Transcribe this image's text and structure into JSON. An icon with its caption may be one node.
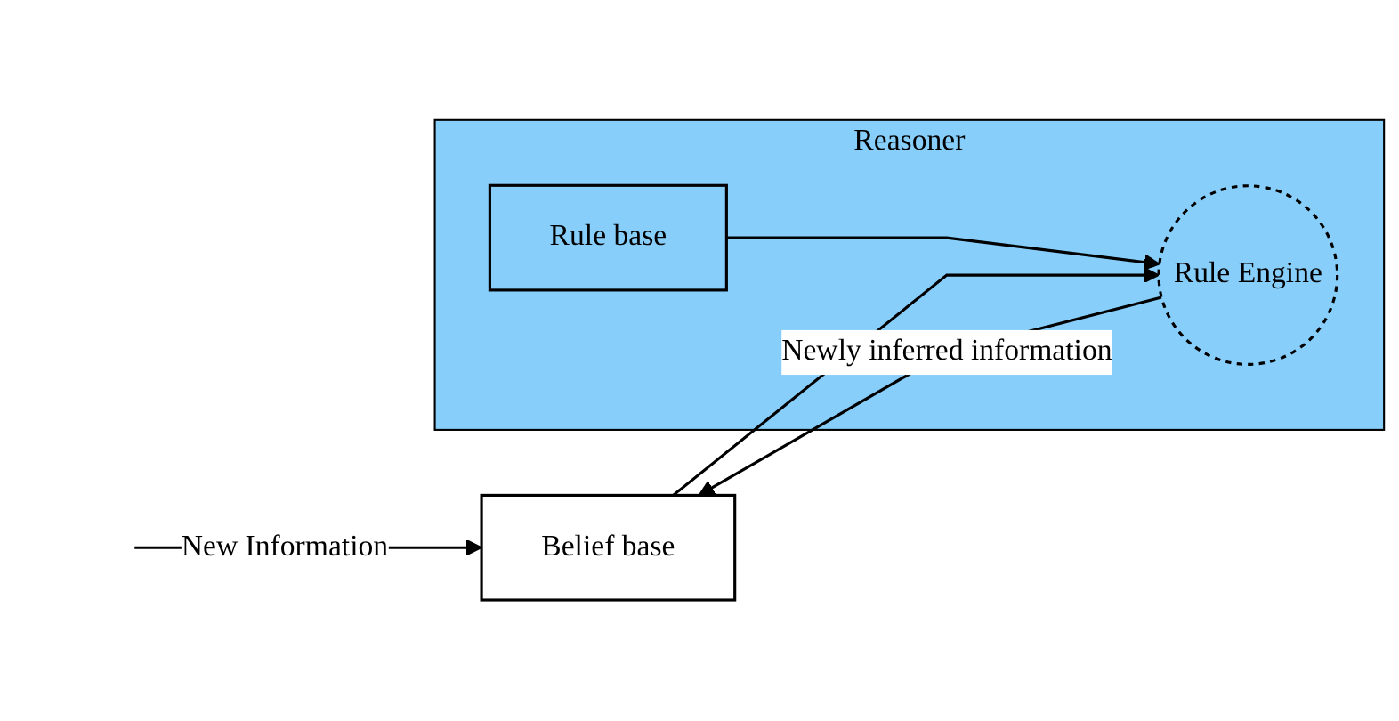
{
  "diagram": {
    "nodes": [
      {
        "text": [
          "Belief base"
        ]
      },
      {
        "text": [
          "Reasoner"
        ]
      },
      {
        "text": [
          "Rule base"
        ],
        "in": 1
      },
      {
        "text": [
          "Rule Engine"
        ],
        "in": 1
      }
    ],
    "edges": [
      {
        "from": null,
        "to": 0,
        "arrow": "to",
        "label": "New Information"
      },
      {
        "from": 0,
        "to": 3,
        "arrow": "to"
      },
      {
        "from": 2,
        "to": 3,
        "arrow": "to"
      },
      {
        "from": 3,
        "to": 0,
        "arrow": "to",
        "label": "Newly inferred information"
      }
    ]
  }
}
